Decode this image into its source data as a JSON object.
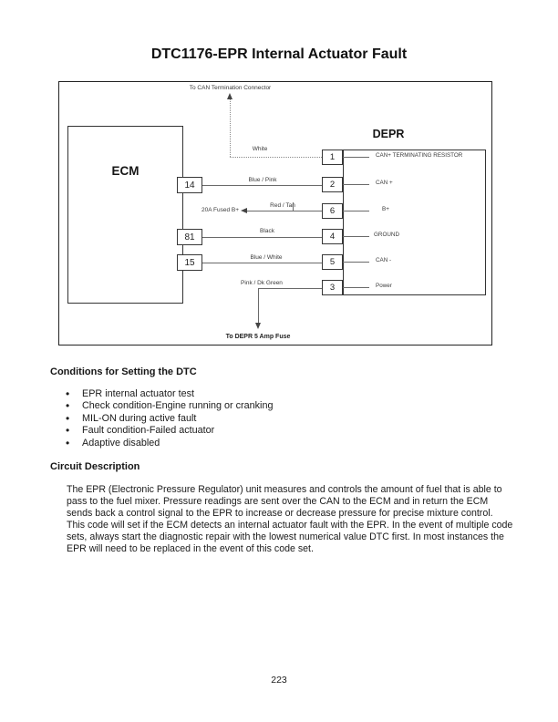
{
  "page": {
    "title": "DTC1176-EPR Internal Actuator Fault",
    "page_number": "223"
  },
  "diagram": {
    "top_note": "To CAN Termination Connector",
    "bottom_note": "To DEPR 5 Amp Fuse",
    "ecm_label": "ECM",
    "depr_label": "DEPR",
    "fused_note": "20A Fused B+",
    "ecm_pins": {
      "p14": "14",
      "p81": "81",
      "p15": "15"
    },
    "wire_labels": {
      "white": "White",
      "blue_pink": "Blue / Pink",
      "red_tan": "Red / Tan",
      "black": "Black",
      "blue_white": "Blue / White",
      "pink_dk_green": "Pink / Dk Green"
    },
    "depr_pins": {
      "p1": {
        "num": "1",
        "label": "CAN+ TERMINATING RESISTOR"
      },
      "p2": {
        "num": "2",
        "label": "CAN +"
      },
      "p6": {
        "num": "6",
        "label": "B+"
      },
      "p4": {
        "num": "4",
        "label": "GROUND"
      },
      "p5": {
        "num": "5",
        "label": "CAN -"
      },
      "p3": {
        "num": "3",
        "label": "Power"
      }
    }
  },
  "sections": {
    "conditions": {
      "heading": "Conditions for Setting the DTC",
      "bullets": [
        "EPR internal actuator test",
        "Check condition-Engine running or cranking",
        "MIL-ON during active fault",
        "Fault condition-Failed actuator",
        "Adaptive disabled"
      ]
    },
    "circuit": {
      "heading": "Circuit Description",
      "body": "The EPR (Electronic Pressure Regulator) unit measures and controls the amount of fuel that is able to pass to the fuel mixer. Pressure readings are sent over the CAN to the ECM and in return the ECM sends back a control signal to the EPR to increase or decrease pressure for precise mixture control. This code will set if the ECM detects an internal actuator fault with the EPR. In the event of multiple code sets, always start the diagnostic repair with the lowest numerical value DTC first. In most instances the EPR will need to be replaced in the event of this code set."
    }
  }
}
